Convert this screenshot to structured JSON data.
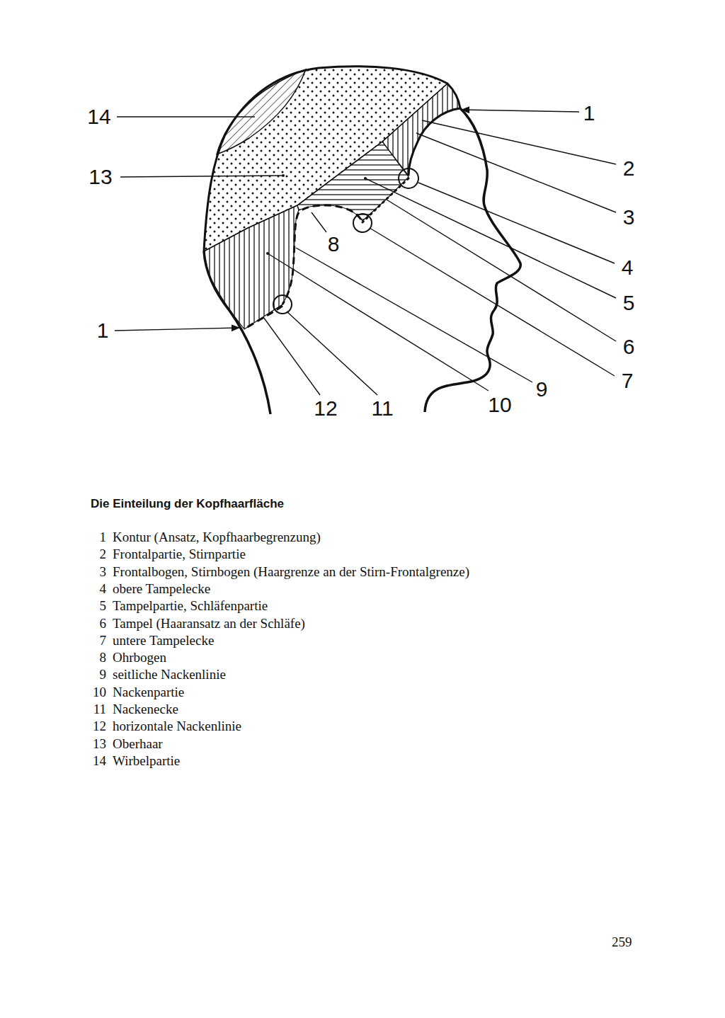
{
  "diagram": {
    "title": "Die Einteilung der Kopfhaarfläche",
    "labels": [
      "14",
      "1",
      "13",
      "2",
      "3",
      "8",
      "4",
      "5",
      "1",
      "6",
      "7",
      "12",
      "11",
      "10",
      "9",
      "1",
      "Kontur (Ansatz, Kopfhaarbegrenzung)",
      "2",
      "Frontalpartie, Stirnpartie",
      "3",
      "Frontalbogen, Stirnbogen (Haargrenze an der Stirn-Frontalgrenze)",
      "4",
      "obere Tampelecke",
      "5",
      "Tampelpartie, Schläfenpartie",
      "6",
      "Tampel (Haaransatz an der Schläfe)",
      "7",
      "untere Tampelecke",
      "8",
      "Ohrbogen",
      "9",
      "seitliche Nackenlinie",
      "10",
      "Nackenpartie",
      "11",
      "Nackenecke",
      "12",
      "horizontale Nackenlinie",
      "13",
      "Oberhaar",
      "14",
      "Wirbelpartie",
      "259"
    ]
  }
}
